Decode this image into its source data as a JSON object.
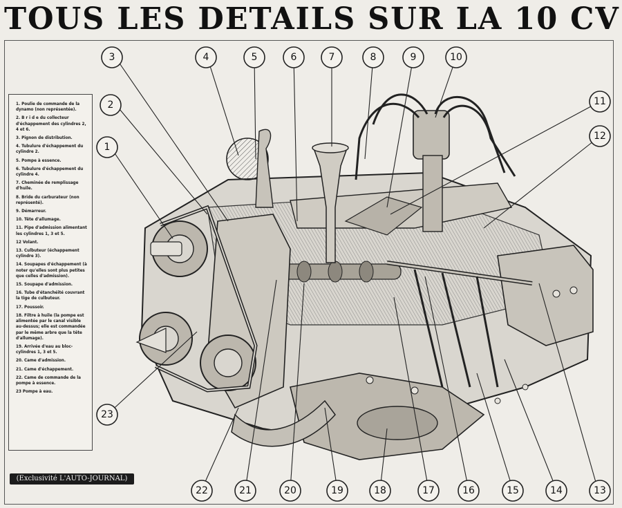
{
  "headline": "TOUS LES DETAILS SUR LA 10 CV",
  "credit": "(Exclusivité L'AUTO-JOURNAL)",
  "legend": [
    "1. Poulie de commande de la dynamo (non représentée).",
    "2. B r i d e du collecteur d'échappement des cylindres 2, 4 et 6.",
    "3. Pignon de distribution.",
    "4. Tubulure d'échappement du cylindre 2.",
    "5. Pompe à essence.",
    "6. Tubulure d'échappement du cylindre 4.",
    "7. Cheminée de remplissage d'huile.",
    "8. Bride du carburateur (non représenté).",
    "9. Démarreur.",
    "10. Tête d'allumage.",
    "11. Pipe d'admission alimentant les cylindres 1, 3 et 5.",
    "12 Volant.",
    "13. Culbuteur (échappement cylindre 3).",
    "14. Soupapes d'échappement (à noter qu'elles sont plus petites que celles d'admission).",
    "15. Soupape d'admission.",
    "16. Tube d'étanchéité couvrant la tige de culbuteur.",
    "17. Poussoir.",
    "18. Filtre à huile (la pompe est alimentée par le canal visible au-dessus; elle est commandée par le même arbre que la tête d'allumage).",
    "19. Arrivée d'eau au bloc-cylindres 1, 3 et 5.",
    "20. Came d'admission.",
    "21. Came d'échappement.",
    "22. Came de commande de la pompe à essence.",
    "23 Pompe à eau."
  ],
  "callouts": [
    "1",
    "2",
    "3",
    "4",
    "5",
    "6",
    "7",
    "8",
    "9",
    "10",
    "11",
    "12",
    "13",
    "14",
    "15",
    "16",
    "17",
    "18",
    "19",
    "20",
    "21",
    "22",
    "23"
  ]
}
